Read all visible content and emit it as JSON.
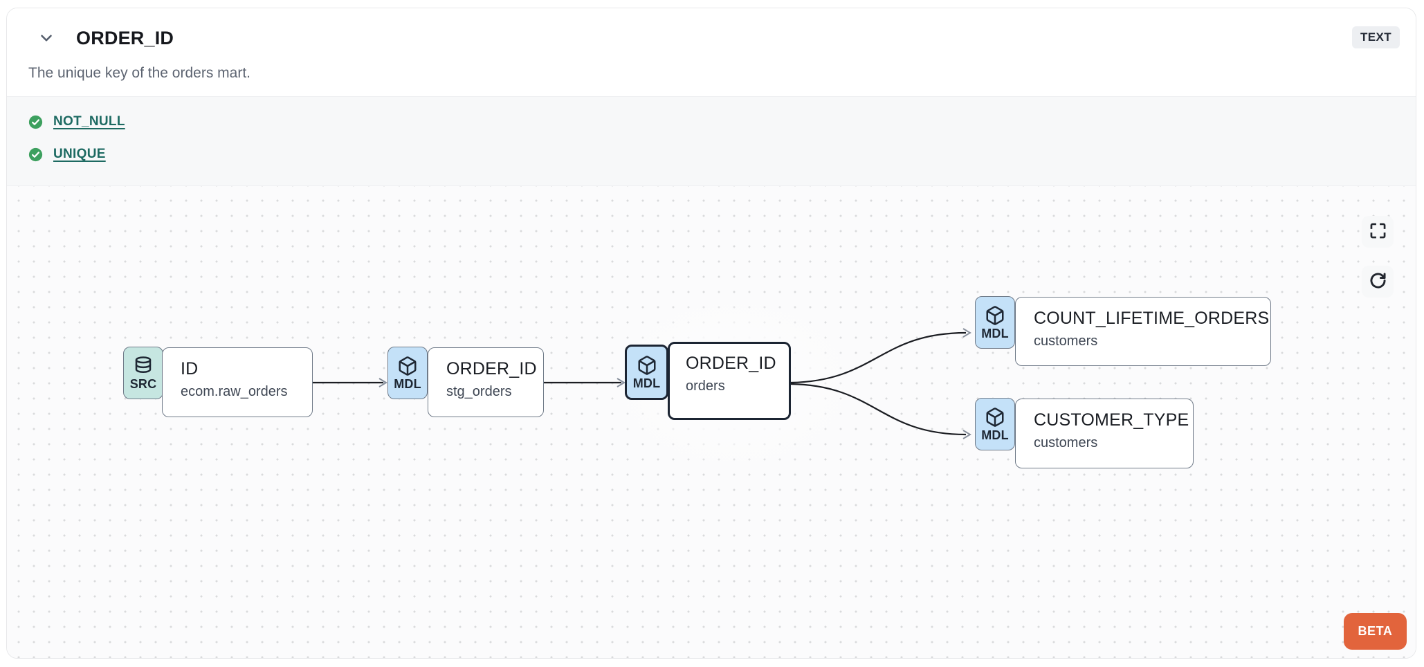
{
  "header": {
    "title": "ORDER_ID",
    "description": "The unique key of the orders mart.",
    "type_badge": "TEXT"
  },
  "tests": {
    "items": [
      {
        "label": "NOT_NULL",
        "status": "pass",
        "icon": "check-circle-icon"
      },
      {
        "label": "UNIQUE",
        "status": "pass",
        "icon": "check-circle-icon"
      }
    ]
  },
  "lineage": {
    "nodes": [
      {
        "id": "source",
        "badge": "SRC",
        "icon": "database-icon",
        "title": "ID",
        "subtitle": "ecom.raw_orders",
        "selected": false
      },
      {
        "id": "staging",
        "badge": "MDL",
        "icon": "cube-icon",
        "title": "ORDER_ID",
        "subtitle": "stg_orders",
        "selected": false
      },
      {
        "id": "mart",
        "badge": "MDL",
        "icon": "cube-icon",
        "title": "ORDER_ID",
        "subtitle": "orders",
        "selected": true
      },
      {
        "id": "count",
        "badge": "MDL",
        "icon": "cube-icon",
        "title": "COUNT_LIFETIME_ORDERS",
        "subtitle": "customers",
        "selected": false
      },
      {
        "id": "ctype",
        "badge": "MDL",
        "icon": "cube-icon",
        "title": "CUSTOMER_TYPE",
        "subtitle": "customers",
        "selected": false
      }
    ],
    "edges": [
      {
        "from": "source",
        "to": "staging"
      },
      {
        "from": "staging",
        "to": "mart"
      },
      {
        "from": "mart",
        "to": "count"
      },
      {
        "from": "mart",
        "to": "ctype"
      }
    ],
    "controls": {
      "fullscreen_icon": "maximize-icon",
      "refresh_icon": "refresh-icon",
      "beta_label": "BETA"
    }
  },
  "colors": {
    "src_badge_bg": "#c6e6e1",
    "mdl_badge_bg": "#c4e1f8",
    "test_link": "#1d6a62",
    "check_green": "#3da05f",
    "beta_bg": "#e2643c",
    "selected_border": "#1c2533"
  }
}
